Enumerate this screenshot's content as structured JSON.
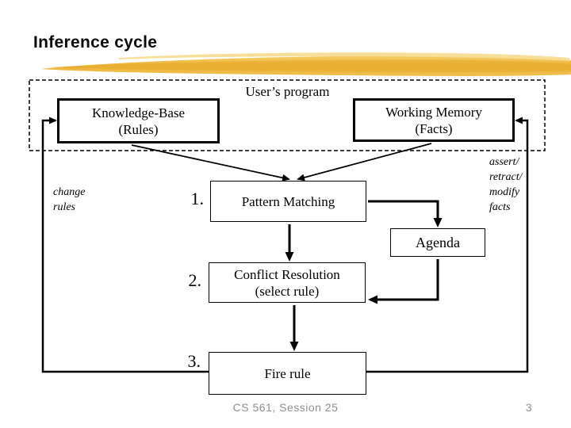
{
  "title": "Inference cycle",
  "diagram": {
    "users_program_label": "User’s program",
    "boxes": {
      "knowledge_base": {
        "line1": "Knowledge-Base",
        "line2": "(Rules)"
      },
      "working_memory": {
        "line1": "Working Memory",
        "line2": "(Facts)"
      },
      "pattern_matching": {
        "label": "Pattern Matching",
        "step": "1."
      },
      "conflict_resolution": {
        "line1": "Conflict Resolution",
        "line2": "(select rule)",
        "step": "2."
      },
      "fire_rule": {
        "label": "Fire rule",
        "step": "3."
      },
      "agenda": {
        "label": "Agenda"
      }
    },
    "annotations": {
      "change_rules": {
        "line1": "change",
        "line2": "rules"
      },
      "assert_facts": {
        "line1": "assert/",
        "line2": "retract/",
        "line3": "modify",
        "line4": "facts"
      }
    }
  },
  "footer": {
    "course": "CS 561,  Session 25",
    "page_number": "3"
  },
  "colors": {
    "brush_gold": "#EDB53A",
    "brush_gold_light": "#F7DB8E",
    "ink": "#000000",
    "footer_gray": "#8f8f8f"
  }
}
